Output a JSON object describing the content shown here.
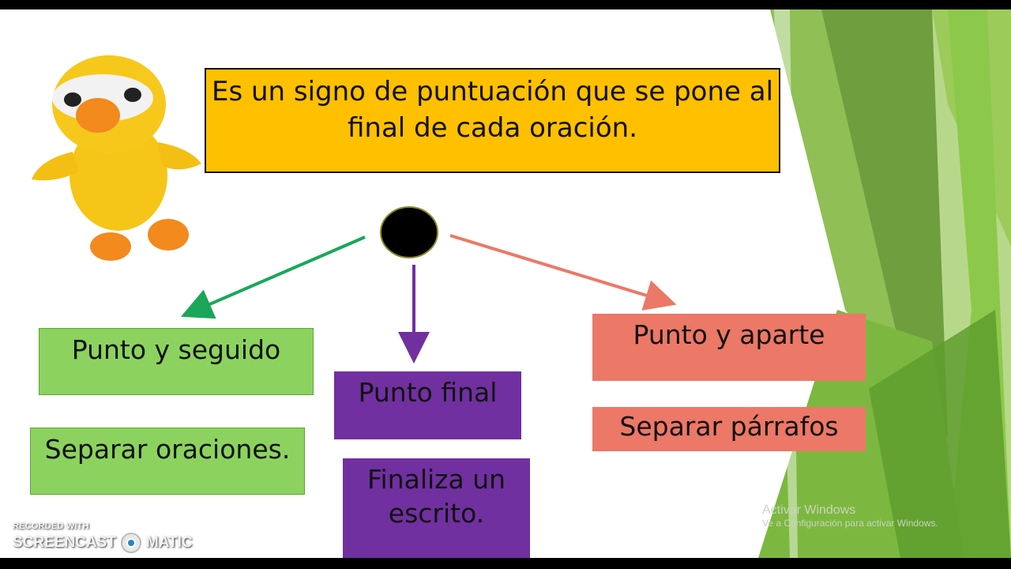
{
  "definition": {
    "text": "Es un signo de puntuación que se pone al final de cada oración."
  },
  "branches": [
    {
      "title": "Punto y seguido",
      "description": "Separar oraciones.",
      "color": "#8bd35e",
      "arrow_color": "#1aa75a"
    },
    {
      "title": "Punto final",
      "description": "Finaliza un escrito.",
      "color": "#7030a0",
      "arrow_color": "#7030a0"
    },
    {
      "title": "Punto y aparte",
      "description": "Separar párrafos",
      "color": "#ec7867",
      "arrow_color": "#ec7867"
    }
  ],
  "colors": {
    "definition_bg": "#ffc000",
    "slide_bg": "#ffffff",
    "accent_green": "#6db33f"
  },
  "watermark": {
    "line1": "Activar Windows",
    "line2": "Ve a Configuración para activar Windows."
  },
  "recorder": {
    "recorded_with": "RECORDED WITH",
    "brand_left": "SCREENCAST",
    "brand_right": "MATIC"
  }
}
